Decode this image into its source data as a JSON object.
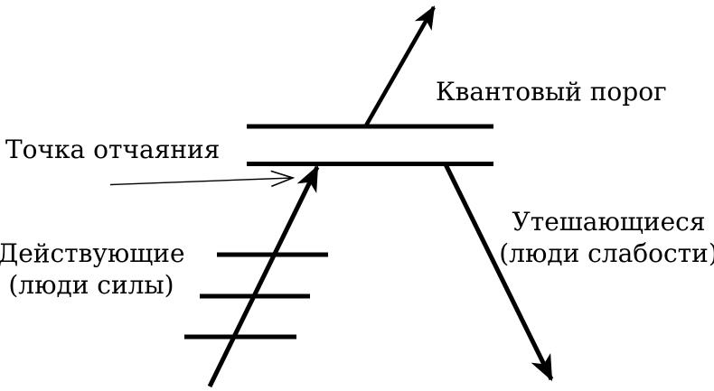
{
  "diagram": {
    "background_color": "#ffffff",
    "line_color": "#000000",
    "labels": {
      "quantum_threshold": "Квантовый порог",
      "despair_point": "Точка отчаяния",
      "actors_line1": "Действующие",
      "actors_line2": "(люди силы)",
      "comforted_line1": "Утешающиеся",
      "comforted_line2": "(люди слабости)"
    }
  }
}
